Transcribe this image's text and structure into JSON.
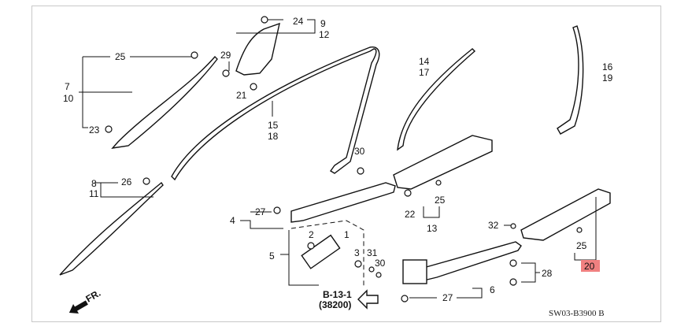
{
  "diagram": {
    "labels": {
      "l25a": "25",
      "l7": "7",
      "l10": "10",
      "l23": "23",
      "l29": "29",
      "l24": "24",
      "l9": "9",
      "l12": "12",
      "l21": "21",
      "l15": "15",
      "l18": "18",
      "l30a": "30",
      "l14": "14",
      "l17": "17",
      "l16": "16",
      "l19": "19",
      "l8": "8",
      "l11": "11",
      "l26": "26",
      "l27a": "27",
      "l4": "4",
      "l2": "2",
      "l1": "1",
      "l5": "5",
      "l3": "3",
      "l31": "31",
      "l30b": "30",
      "l22": "22",
      "l25b": "25",
      "l13": "13",
      "l32": "32",
      "l25c": "25",
      "l20": "20",
      "l28": "28",
      "l6": "6",
      "l27b": "27"
    },
    "reference_line1": "B-13-1",
    "reference_line2": "(38200)",
    "front_arrow": "FR.",
    "diagram_code": "SW03-B3900 B",
    "highlight_color": "#f08080"
  }
}
